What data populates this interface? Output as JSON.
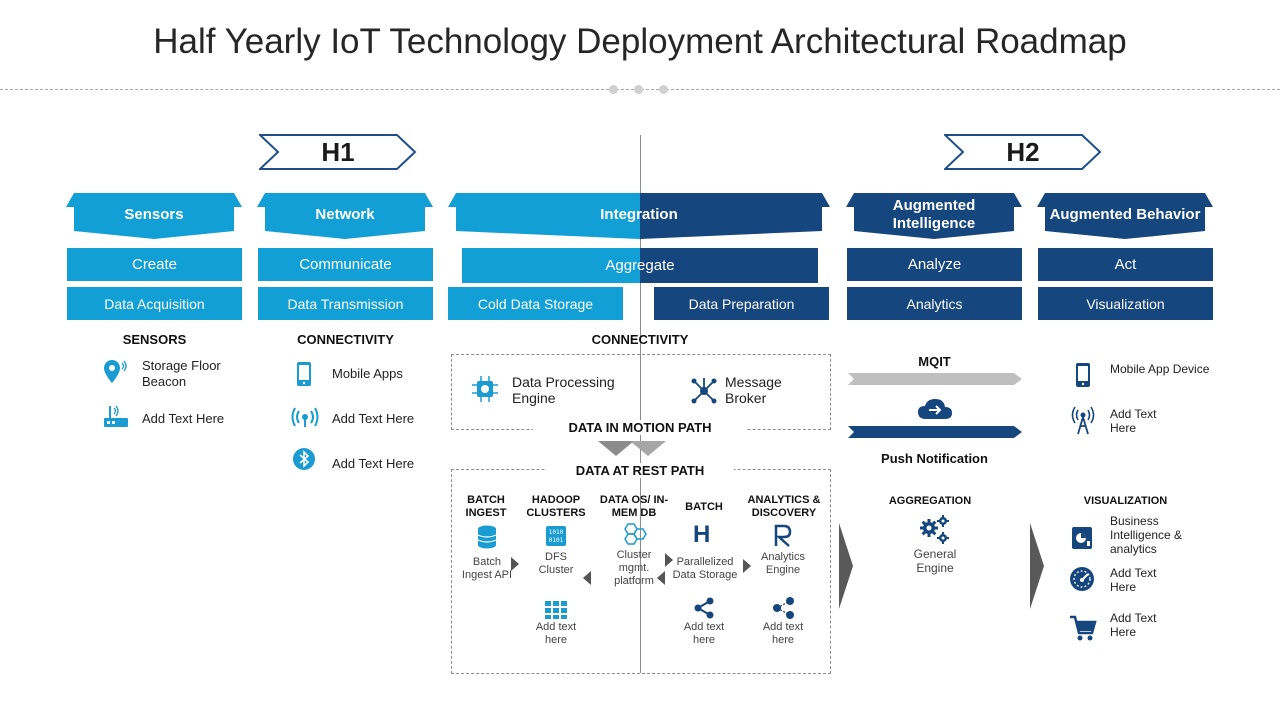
{
  "title": "Half Yearly IoT Technology Deployment Architectural Roadmap",
  "phases": [
    "H1",
    "H2"
  ],
  "banners": {
    "sensors": "Sensors",
    "network": "Network",
    "integration": "Integration",
    "augmented_intelligence": "Augmented Intelligence",
    "augmented_behavior": "Augmented Behavior"
  },
  "row1": {
    "create": "Create",
    "communicate": "Communicate",
    "aggregate": "Aggregate",
    "analyze": "Analyze",
    "act": "Act"
  },
  "row2": {
    "data_acquisition": "Data Acquisition",
    "data_transmission": "Data Transmission",
    "cold_data_storage": "Cold Data Storage",
    "data_preparation": "Data Preparation",
    "analytics": "Analytics",
    "visualization": "Visualization"
  },
  "sensors_col": {
    "heading": "SENSORS",
    "items": [
      "Storage Floor Beacon",
      "Add Text Here"
    ]
  },
  "connectivity_col": {
    "heading": "CONNECTIVITY",
    "items": [
      "Mobile Apps",
      "Add Text Here",
      "Add Text Here"
    ]
  },
  "integration_col": {
    "heading": "CONNECTIVITY",
    "engine": "Data Processing Engine",
    "broker": "Message Broker",
    "motion_path": "DATA  IN MOTION PATH",
    "rest_path": "DATA  AT REST PATH",
    "headers": [
      "BATCH INGEST",
      "HADOOP CLUSTERS",
      "DATA OS/ IN- MEM DB",
      "BATCH",
      "ANALYTICS & DISCOVERY"
    ],
    "labels": [
      "Batch Ingest API",
      "DFS Cluster",
      "Cluster mgmt. platform",
      "Parallelized Data Storage",
      "Analytics Engine"
    ],
    "extra": [
      "Add text here",
      "Add text here",
      "Add text here"
    ]
  },
  "ai_col": {
    "mqit": "MQIT",
    "push": "Push Notification",
    "aggregation": "AGGREGATION",
    "general_engine": "General Engine"
  },
  "ab_col": {
    "items": [
      "Mobile App  Device",
      "Add Text Here"
    ],
    "visualization_heading": "VISUALIZATION",
    "viz_items": [
      "Business Intelligence & analytics",
      "Add Text Here",
      "Add Text Here"
    ]
  },
  "colors": {
    "light_blue": "#119fd5",
    "dark_blue": "#15467d",
    "grey": "#bfbfbf"
  }
}
